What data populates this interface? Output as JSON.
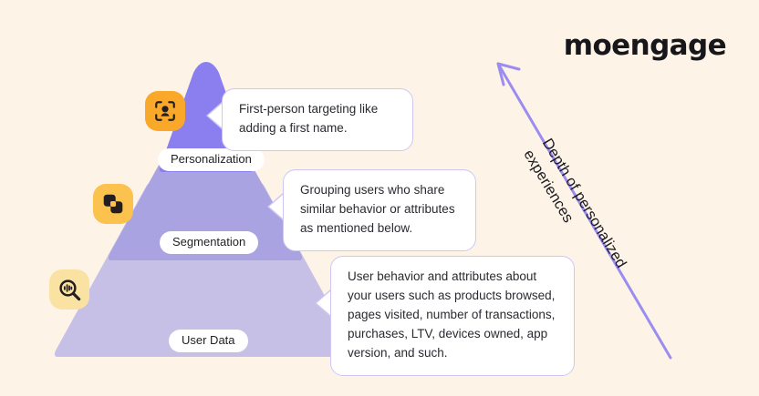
{
  "brand": {
    "logo_text": "moengage",
    "background_color": "#fdf4e7",
    "accent_purple": "#8b7ff0",
    "tier_colors": {
      "personalization": "#8b7ff0",
      "segmentation": "#aaa3e2",
      "user_data": "#c6c0e6"
    },
    "icon_colors": {
      "personalization": "#f9a82a",
      "segmentation": "#fbc24d",
      "user_data": "#fae2a3"
    }
  },
  "diagram": {
    "type": "pyramid",
    "axis_label_line1": "Depth of personalized",
    "axis_label_line2": "experiences",
    "arrow_direction": "upward",
    "tiers": [
      {
        "id": "personalization",
        "label": "Personalization",
        "icon": "person-focus-icon",
        "description": "First-person targeting like adding a first name."
      },
      {
        "id": "segmentation",
        "label": "Segmentation",
        "icon": "layers-icon",
        "description": "Grouping users who share similar behavior or attributes as mentioned below."
      },
      {
        "id": "user-data",
        "label": "User Data",
        "icon": "data-search-icon",
        "description": "User behavior and attributes about your users such as products browsed, pages visited, number of transactions, purchases, LTV, devices owned, app version, and such."
      }
    ]
  }
}
